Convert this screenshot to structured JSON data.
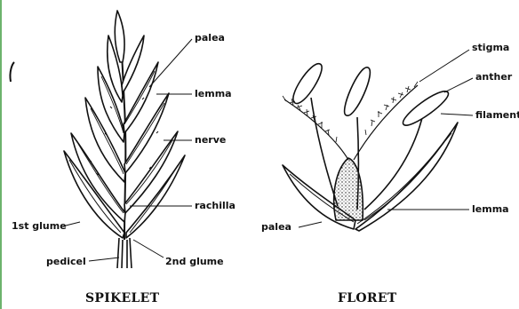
{
  "spikelet": {
    "caption": "SPIKELET",
    "labels": {
      "palea": "palea",
      "lemma": "lemma",
      "nerve": "nerve",
      "rachilla": "rachilla",
      "first_glume": "1st glume",
      "pedicel": "pedicel",
      "second_glume": "2nd glume"
    }
  },
  "floret": {
    "caption": "FLORET",
    "labels": {
      "stigma": "stigma",
      "anther": "anther",
      "filament": "filament",
      "lemma": "lemma",
      "palea": "palea"
    }
  },
  "colors": {
    "ink": "#111111",
    "frame": "#6db36d",
    "background": "#ffffff"
  }
}
